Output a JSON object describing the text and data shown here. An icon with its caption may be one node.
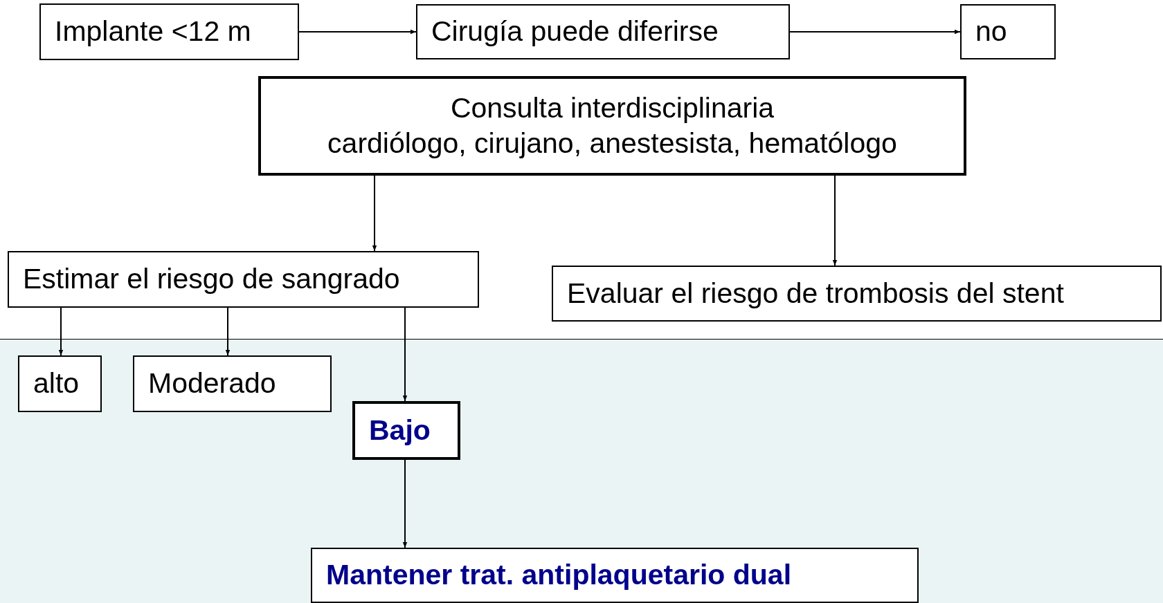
{
  "diagram": {
    "nodes": [
      {
        "text": [
          "Implante <12 m"
        ]
      },
      {
        "text": [
          "Cirugía puede diferirse"
        ]
      },
      {
        "text": [
          "no"
        ]
      },
      {
        "text": [
          "Consulta interdisciplinaria",
          "cardiólogo, cirujano, anestesista, hematólogo"
        ]
      },
      {
        "text": [
          "Estimar el riesgo de sangrado"
        ]
      },
      {
        "text": [
          "Evaluar el riesgo de trombosis del stent"
        ]
      },
      {
        "text": [
          "alto"
        ]
      },
      {
        "text": [
          "Moderado"
        ]
      },
      {
        "text": [
          "Bajo"
        ]
      },
      {
        "text": [
          "Mantener trat. antiplaquetario dual"
        ]
      }
    ],
    "edges": [
      {
        "from": 0,
        "to": 1,
        "arrow": "to"
      },
      {
        "from": 1,
        "to": 2,
        "arrow": "to"
      },
      {
        "from": 3,
        "to": 4,
        "arrow": "to"
      },
      {
        "from": 3,
        "to": 5,
        "arrow": "to"
      },
      {
        "from": 4,
        "to": 6,
        "arrow": "to"
      },
      {
        "from": 4,
        "to": 7,
        "arrow": "to"
      },
      {
        "from": 4,
        "to": 8,
        "arrow": "to"
      },
      {
        "from": 8,
        "to": 9,
        "arrow": "to"
      }
    ]
  }
}
